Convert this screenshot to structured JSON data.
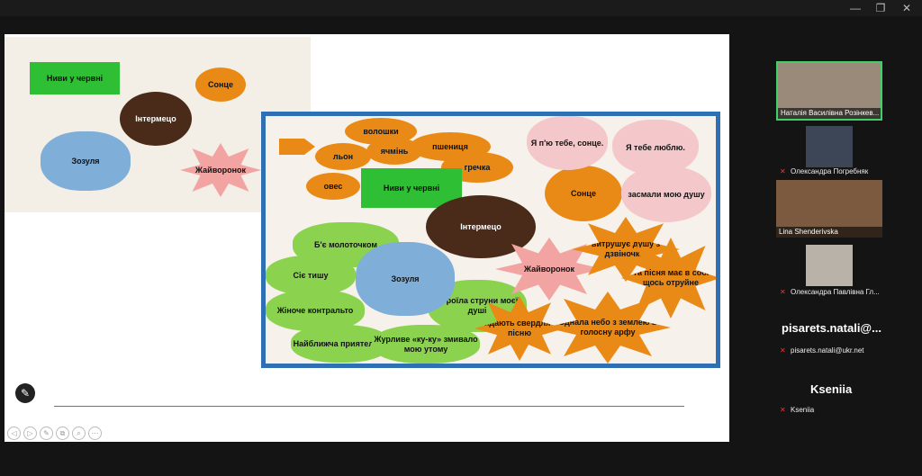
{
  "window": {
    "minimize": "—",
    "restore": "❐",
    "close": "✕"
  },
  "slide_small": {
    "flag": "Ниви у червні",
    "sun": "Сонце",
    "wood": "Інтермецо",
    "cloud": "Зозуля",
    "star": "Жайворонок"
  },
  "slide_big": {
    "ovals": [
      "волошки",
      "льон",
      "ячмінь",
      "пшениця",
      "гречка",
      "овес"
    ],
    "flag": "Ниви у червні",
    "wood": "Інтермецо",
    "sun": "Сонце",
    "cloud_blue": "Зозуля",
    "star_pink": "Жайворонок",
    "hearts": [
      "Я п'ю тебе, сонце.",
      "Я тебе люблю.",
      "засмали мою душу"
    ],
    "green_clouds": [
      "Б'є молоточком",
      "Сіє тишу",
      "Жіноче контральто",
      "Найближча приятелько",
      "Журливе «ку-ку» змивало мою утому",
      "Строїла струни моєї душі"
    ],
    "orange_stars": [
      "витрушує душу з дзвіночків",
      "Та пісня має в собі щось отруйне",
      "Кидають свердлячу пісню",
      "Єднала небо з землею в голосну арфу"
    ]
  },
  "tools": [
    "◁",
    "▷",
    "✎",
    "⧉",
    "⌕",
    "⋯"
  ],
  "pen_icon": "✎",
  "participants": [
    {
      "name": "Наталія Василівна Розінкев..."
    },
    {
      "name": "Олександра Погребняк"
    },
    {
      "name": "Lina Shenderivska"
    },
    {
      "name": "Олександра Павлівна Гл..."
    },
    {
      "big": "pisarets.natali@...",
      "name": "pisarets.natali@ukr.net"
    },
    {
      "big": "Kseniia",
      "name": "Kseniia"
    }
  ]
}
